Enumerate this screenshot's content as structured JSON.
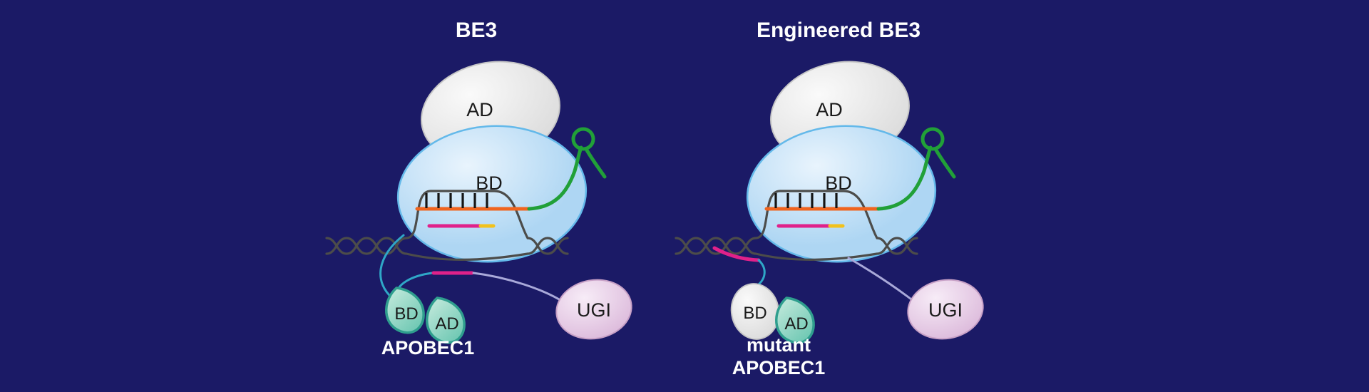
{
  "figure": {
    "description": "Schematic comparison of BE3 and Engineered BE3 base editors"
  },
  "panels": [
    {
      "title": "BE3",
      "cas9_ad_label": "AD",
      "cas9_bd_label": "BD",
      "apobec_bd_label": "BD",
      "apobec_ad_label": "AD",
      "apobec_name_lines": [
        "APOBEC1"
      ],
      "ugi_label": "UGI"
    },
    {
      "title": "Engineered BE3",
      "cas9_ad_label": "AD",
      "cas9_bd_label": "BD",
      "apobec_bd_label": "BD",
      "apobec_ad_label": "AD",
      "apobec_name_lines": [
        "mutant",
        "APOBEC1"
      ],
      "ugi_label": "UGI"
    }
  ],
  "colors": {
    "background": "#1b1a66",
    "cas9_light": "#e9f4fd",
    "cas9_mid": "#aed6f3",
    "cas9_stroke": "#64b9ea",
    "gray_light": "#fafafa",
    "gray_mid": "#d8d8d8",
    "gray_stroke": "#c6c6c6",
    "sgrna_green": "#21a038",
    "sgrna_orange": "#f0641e",
    "ssdna_pink": "#e0218a",
    "pam_yellow": "#f2c21c",
    "dna_gray": "#4c4c4a",
    "pairing_black": "#141414",
    "linker_teal": "#2fa7c7",
    "linker_lavender": "#a9a9d9",
    "leaf_light": "#c9ecdf",
    "leaf_mid": "#6cc7b2",
    "leaf_stroke": "#2f9e8e",
    "ugi_light": "#f7ecf7",
    "ugi_mid": "#d9b4d8",
    "ugi_stroke": "#c7a0c6",
    "text_dark": "#1a1a1a",
    "text_light": "#ffffff"
  }
}
